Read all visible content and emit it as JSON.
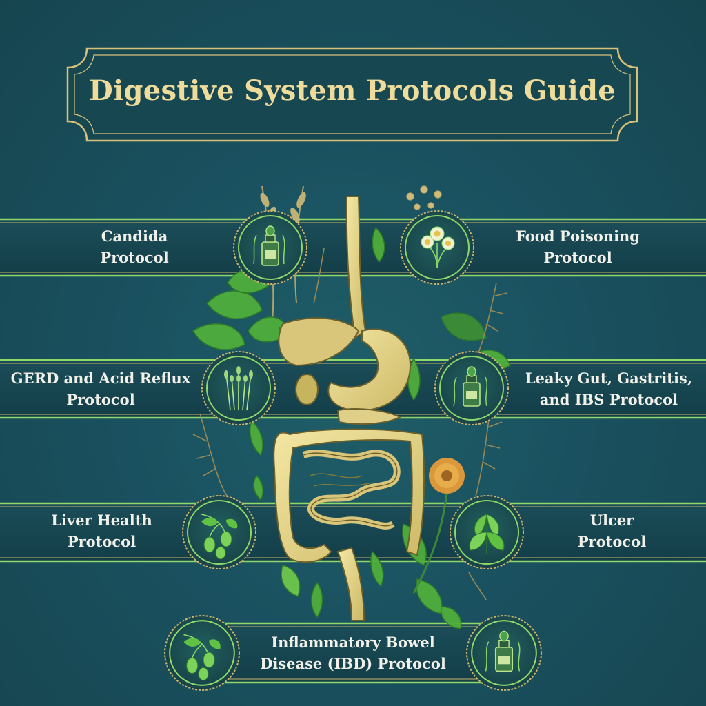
{
  "header": {
    "title": "Digestive System Protocols Guide"
  },
  "protocols": {
    "candida": {
      "line1": "Candida",
      "line2": "Protocol"
    },
    "food_poisoning": {
      "line1": "Food Poisoning",
      "line2": "Protocol"
    },
    "gerd": {
      "line1": "GERD and Acid Reflux",
      "line2": "Protocol"
    },
    "leaky_gut": {
      "line1": "Leaky Gut, Gastritis,",
      "line2": "and IBS Protocol"
    },
    "liver": {
      "line1": "Liver Health",
      "line2": "Protocol"
    },
    "ulcer": {
      "line1": "Ulcer",
      "line2": "Protocol"
    },
    "ibd": {
      "line1": "Inflammatory Bowel",
      "line2": "Disease (IBD) Protocol"
    }
  },
  "medallions": {
    "candida": "tincture-bottle-icon",
    "food_poisoning": "chamomile-icon",
    "gerd": "lavender-icon",
    "leaky_gut": "tincture-bottle-icon",
    "liver": "hops-icon",
    "ulcer": "mint-leaf-icon",
    "ibd_left": "hops-icon",
    "ibd_right": "tincture-bottle-icon"
  },
  "colors": {
    "background": "#1a4f5c",
    "gold": "#d8c27a",
    "title_text": "#f0dc9a",
    "band_fill": "#174550",
    "band_line": "#8ed86a",
    "leaf_green": "#5fbf45",
    "label_text": "#f1f1ea"
  }
}
